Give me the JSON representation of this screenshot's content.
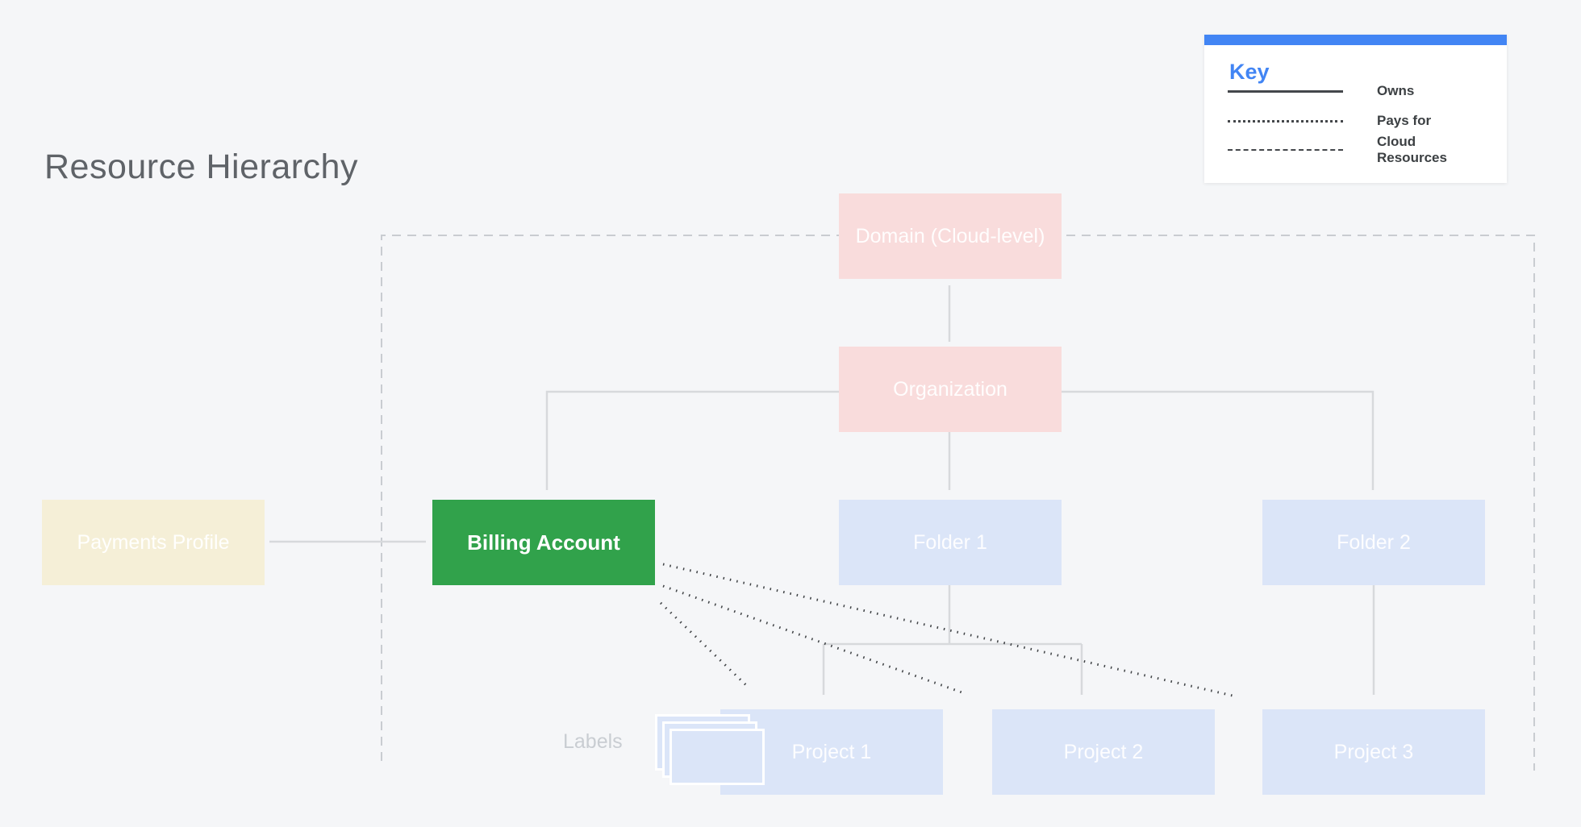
{
  "page": {
    "title": "Resource Hierarchy"
  },
  "legend": {
    "title": "Key",
    "items": [
      {
        "line_style": "solid",
        "label": "Owns"
      },
      {
        "line_style": "dotted",
        "label": "Pays for"
      },
      {
        "line_style": "dashed",
        "label": "Cloud Resources"
      }
    ]
  },
  "nodes": {
    "domain": {
      "label": "Domain (Cloud-level)",
      "color": "#f9dcdc"
    },
    "organization": {
      "label": "Organization",
      "color": "#f9dcdc"
    },
    "payments_profile": {
      "label": "Payments Profile",
      "color": "#f5efd7"
    },
    "billing_account": {
      "label": "Billing Account",
      "color": "#31a24b"
    },
    "folder1": {
      "label": "Folder 1",
      "color": "#dbe5f8"
    },
    "folder2": {
      "label": "Folder 2",
      "color": "#dbe5f8"
    },
    "project1": {
      "label": "Project 1",
      "color": "#dbe5f8"
    },
    "project2": {
      "label": "Project 2",
      "color": "#dbe5f8"
    },
    "project3": {
      "label": "Project 3",
      "color": "#dbe5f8"
    }
  },
  "annotations": {
    "labels_caption": "Labels"
  },
  "colors": {
    "background": "#f5f6f8",
    "accent_blue": "#4285f4",
    "connector_gray": "#d7d9dc",
    "arrowhead_gray": "#c4c7cb",
    "dark_line": "#3f4245",
    "dashed_boundary": "#c9ccd1",
    "title_gray": "#5f6368"
  }
}
